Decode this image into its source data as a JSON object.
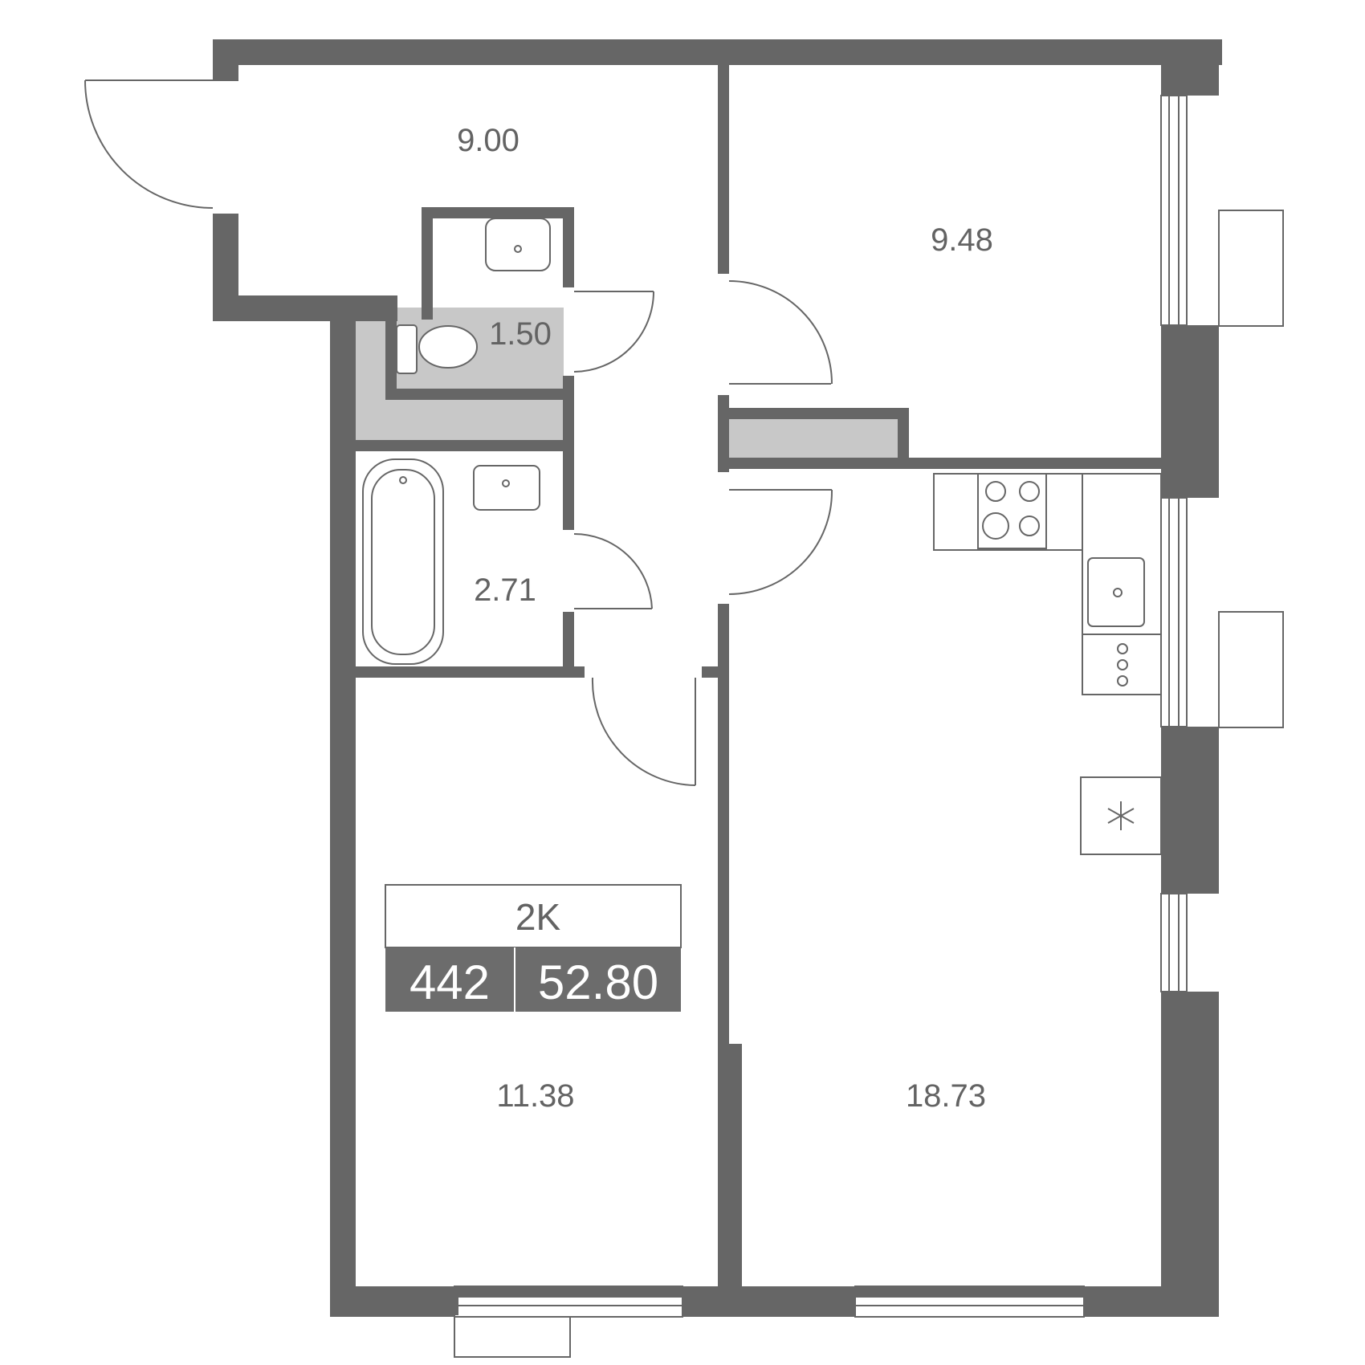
{
  "floorplan": {
    "rooms": [
      {
        "id": "hall",
        "area": "9.00"
      },
      {
        "id": "bedroom",
        "area": "9.48"
      },
      {
        "id": "wc",
        "area": "1.50"
      },
      {
        "id": "bathroom",
        "area": "2.71"
      },
      {
        "id": "room",
        "area": "11.38"
      },
      {
        "id": "kitchen-living",
        "area": "18.73"
      }
    ],
    "badge": {
      "type": "2K",
      "number": "442",
      "total_area": "52.80"
    }
  },
  "colors": {
    "wall": "#666666",
    "shaft": "#c8c8c8",
    "text": "#636363",
    "badge_bg": "#6c6c6c",
    "background": "#ffffff"
  },
  "icons": [
    "stove-icon",
    "sink-icon",
    "toilet-icon",
    "bathtub-icon",
    "dishwasher-icon",
    "fridge-icon",
    "door-swing-icon",
    "window-icon"
  ]
}
